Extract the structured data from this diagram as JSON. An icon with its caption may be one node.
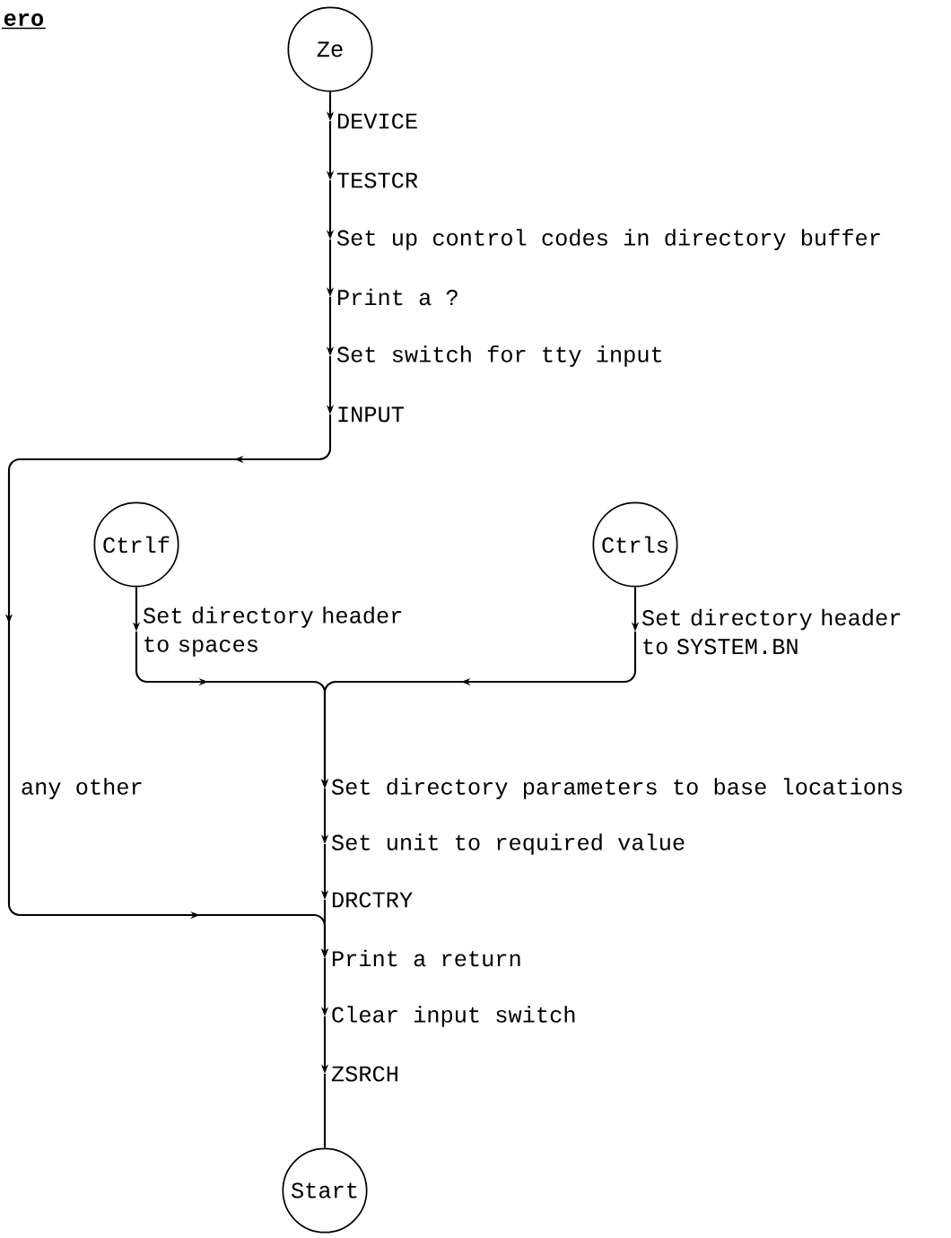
{
  "diagram": {
    "nodes": [
      {
        "text": [
          "Ze"
        ]
      },
      {
        "text": [
          "DEVICE"
        ]
      },
      {
        "text": [
          "TESTCR"
        ]
      },
      {
        "text": [
          "Set up control codes in directory buffer"
        ]
      },
      {
        "text": [
          "Print a ?"
        ]
      },
      {
        "text": [
          "Set switch for tty input"
        ]
      },
      {
        "text": [
          "INPUT"
        ]
      },
      {
        "text": [
          "Ctrlf"
        ]
      },
      {
        "text": [
          "Set directory header to spaces"
        ]
      },
      {
        "text": [
          "Ctrls"
        ]
      },
      {
        "text": [
          "Set directory header to SYSTEM.BN"
        ]
      },
      {
        "text": [
          "Set directory parameters to base locations"
        ]
      },
      {
        "text": [
          "Set unit to required value"
        ]
      },
      {
        "text": [
          "DRCTRY"
        ]
      },
      {
        "text": [
          "Print a return"
        ]
      },
      {
        "text": [
          "Clear input switch"
        ]
      },
      {
        "text": [
          "ZSRCH"
        ]
      },
      {
        "text": [
          "Start"
        ]
      }
    ],
    "edges": [
      {
        "from": 0,
        "to": 1,
        "arrow": "to"
      },
      {
        "from": 1,
        "to": 2,
        "arrow": "to"
      },
      {
        "from": 2,
        "to": 3,
        "arrow": "to"
      },
      {
        "from": 3,
        "to": 4,
        "arrow": "to"
      },
      {
        "from": 4,
        "to": 5,
        "arrow": "to"
      },
      {
        "from": 5,
        "to": 6,
        "arrow": "to"
      },
      {
        "from": 6,
        "to": 14,
        "arrow": "to",
        "label": "any other"
      },
      {
        "from": 7,
        "to": 8,
        "arrow": "to"
      },
      {
        "from": 8,
        "to": 11,
        "arrow": "to"
      },
      {
        "from": 9,
        "to": 10,
        "arrow": "to"
      },
      {
        "from": 10,
        "to": 11,
        "arrow": "to"
      },
      {
        "from": 11,
        "to": 12,
        "arrow": "to"
      },
      {
        "from": 12,
        "to": 13,
        "arrow": "to"
      },
      {
        "from": 13,
        "to": 14,
        "arrow": "to"
      },
      {
        "from": 14,
        "to": 15,
        "arrow": "to"
      },
      {
        "from": 15,
        "to": 16,
        "arrow": "to"
      },
      {
        "from": 16,
        "to": 17,
        "arrow": "none"
      }
    ],
    "labels": [
      "ero"
    ]
  }
}
